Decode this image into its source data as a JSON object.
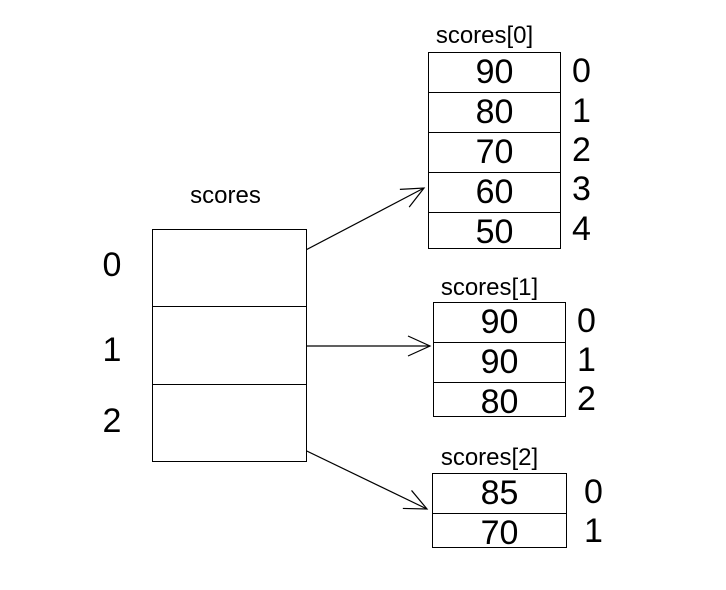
{
  "diagram": {
    "background_color": "#ffffff",
    "line_color": "#000000",
    "main_array": {
      "title": "scores",
      "indices": [
        "0",
        "1",
        "2"
      ]
    },
    "sub_arrays": [
      {
        "title": "scores[0]",
        "values": [
          "90",
          "80",
          "70",
          "60",
          "50"
        ],
        "indices": [
          "0",
          "1",
          "2",
          "3",
          "4"
        ]
      },
      {
        "title": "scores[1]",
        "values": [
          "90",
          "90",
          "80"
        ],
        "indices": [
          "0",
          "1",
          "2"
        ]
      },
      {
        "title": "scores[2]",
        "values": [
          "85",
          "70"
        ],
        "indices": [
          "0",
          "1"
        ]
      }
    ],
    "arrows": [
      {
        "from": "scores cell 0",
        "to": "scores[0]"
      },
      {
        "from": "scores cell 1",
        "to": "scores[1]"
      },
      {
        "from": "scores cell 2",
        "to": "scores[2]"
      }
    ]
  }
}
